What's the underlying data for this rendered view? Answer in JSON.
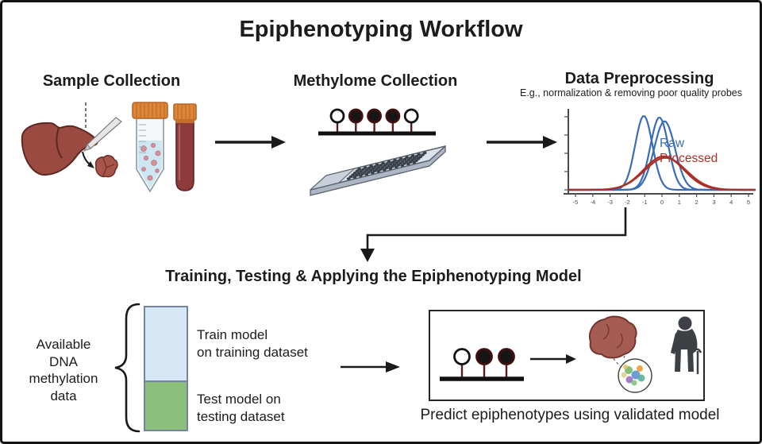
{
  "title": "Epiphenotyping Workflow",
  "sections": {
    "sample": {
      "title": "Sample Collection"
    },
    "methylome": {
      "title": "Methylome Collection",
      "lollipops": [
        "open",
        "filled",
        "filled",
        "filled",
        "open"
      ]
    },
    "preprocessing": {
      "title": "Data Preprocessing",
      "subtitle": "E.g., normalization & removing poor quality probes"
    }
  },
  "chart_data": {
    "type": "line",
    "title": "",
    "xlabel": "",
    "ylabel": "",
    "x_ticks": [
      -5,
      -4,
      -3,
      -2,
      -1,
      0,
      1,
      2,
      3,
      4,
      5
    ],
    "xlim": [
      -5.4,
      5.4
    ],
    "ylim": [
      0,
      1.05
    ],
    "grid": false,
    "legend_position": "right-center",
    "legend": [
      {
        "label": "Raw",
        "color": "#3a6db8"
      },
      {
        "label": "Processed",
        "color": "#ac2f28"
      }
    ],
    "series": [
      {
        "name": "Raw sample 1",
        "shape": "gaussian",
        "mean": -1.05,
        "sd": 0.5,
        "height": 0.97,
        "color": "#3a6db8"
      },
      {
        "name": "Raw sample 2",
        "shape": "gaussian",
        "mean": -0.15,
        "sd": 0.52,
        "height": 0.95,
        "color": "#3a6db8"
      },
      {
        "name": "Raw sample 3",
        "shape": "gaussian",
        "mean": 0.15,
        "sd": 0.6,
        "height": 0.9,
        "color": "#3a6db8"
      },
      {
        "name": "Processed sample 1",
        "shape": "gaussian",
        "mean": 0.1,
        "sd": 1.15,
        "height": 0.44,
        "color": "#ac2f28"
      },
      {
        "name": "Processed sample 2",
        "shape": "gaussian",
        "mean": 0.2,
        "sd": 1.2,
        "height": 0.42,
        "color": "#ac2f28"
      }
    ]
  },
  "model": {
    "title": "Training, Testing & Applying the Epiphenotyping Model",
    "available_label": "Available\nDNA\nmethylation\ndata",
    "bar": {
      "train_label": "Train model\non training dataset",
      "train_color": "#d5e7f5",
      "train_fraction": 0.6,
      "test_label": "Test model on\ntesting dataset",
      "test_color": "#8cbf7b",
      "test_fraction": 0.4
    },
    "predict": {
      "lollipops": [
        "open",
        "filled",
        "filled"
      ],
      "caption": "Predict epiphenotypes using validated model"
    }
  },
  "colors": {
    "accent_blue": "#3a6db8",
    "accent_red": "#ac2f28",
    "cap_orange": "#dd8636",
    "liver_red": "#9b4a41",
    "blood_red": "#8e3c3b",
    "tumor_red": "#a55c52",
    "bar_blue": "#d5e7f5",
    "bar_green": "#8cbf7b",
    "person_gray": "#3d4145"
  }
}
